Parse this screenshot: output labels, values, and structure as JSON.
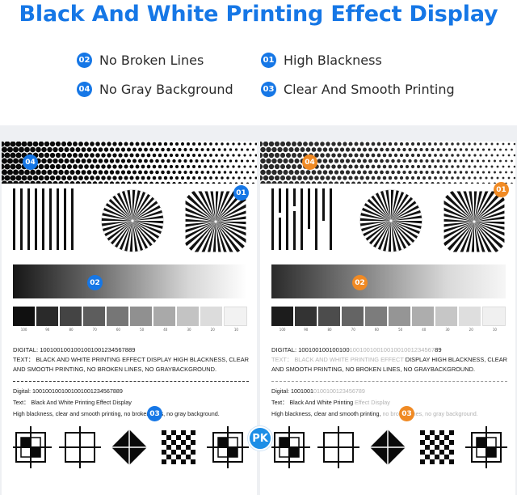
{
  "header": {
    "title": "Black And White Printing Effect Display"
  },
  "features": [
    {
      "badge": "02",
      "label": "No Broken Lines",
      "color": "#1677e6"
    },
    {
      "badge": "01",
      "label": "High Blackness",
      "color": "#1677e6"
    },
    {
      "badge": "04",
      "label": "No Gray Background",
      "color": "#1677e6"
    },
    {
      "badge": "03",
      "label": "Clear And Smooth Printing",
      "color": "#1677e6"
    }
  ],
  "logo": {
    "text": "PK"
  },
  "colors": {
    "brand_blue": "#1677e6",
    "accent_orange": "#f08a24"
  },
  "samples": {
    "left": {
      "marker_color": "#1677e6",
      "markers": {
        "dots": "04",
        "shapes": "01",
        "gradient": "02",
        "text": "03"
      },
      "steps": [
        "100",
        "90",
        "80",
        "70",
        "60",
        "50",
        "40",
        "30",
        "20",
        "10"
      ],
      "digital": "DIGITAL: 1001001001001001001234567889",
      "text": "TEXT： BLACK AND WHITE PRINTING EFFECT DISPLAY HIGH BLACKNESS, CLEAR AND SMOOTH PRINTING, NO BROKEN LINES, NO GRAYBACKGROUND.",
      "digital_small": "Digital: 1001001001001001001234567889",
      "text_small": "Text： Black And White Printing Effect Display",
      "line_small": "High blackness, clear and smooth printing, no broken lines, no gray background."
    },
    "right": {
      "marker_color": "#f08a24",
      "markers": {
        "dots": "04",
        "shapes": "01",
        "gradient": "02",
        "text": "03"
      },
      "steps": [
        "100",
        "90",
        "80",
        "70",
        "60",
        "50",
        "40",
        "30",
        "20",
        "10"
      ],
      "digital_a": "DIGITAL: 100100100100100",
      "digital_b": "1001001001001001001234567",
      "digital_c": "89",
      "text_a": "TEXT： BLACK AND WHITE PRINTING EFFECT ",
      "text_b": "DISPLAY HIGH BLACKNESS, CLEAR AND SMOOTH PRINTING, NO BROKEN LINES, NO GRAYBACKGROUND.",
      "digital_small_a": "Digital: 1001001",
      "digital_small_b": "0100100123456789",
      "text_small_a": "Text： Black And White Printing ",
      "text_small_b": "Effect Display",
      "line_small_a": "High blackness, clear and smooth printing, ",
      "line_small_b": "no broken lines, no gray background."
    }
  }
}
